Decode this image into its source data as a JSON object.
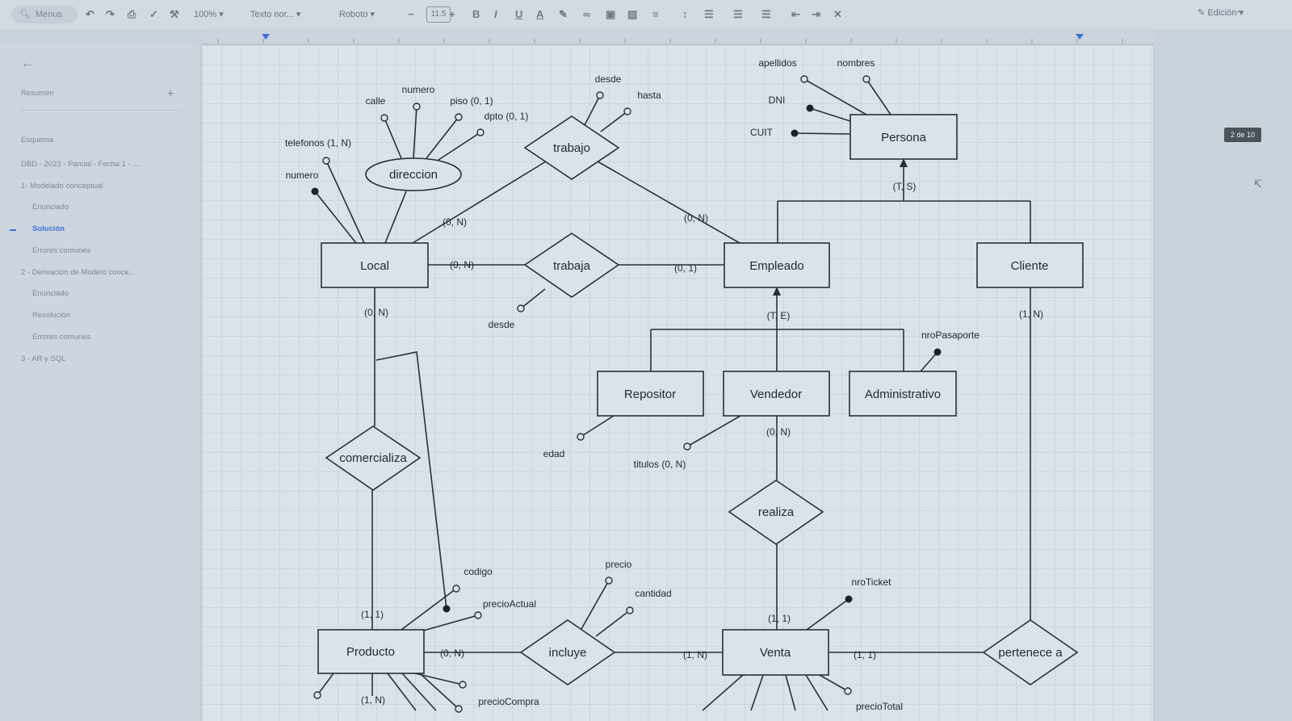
{
  "toolbar": {
    "search_label": "Menus",
    "zoom": "100%",
    "style": "Texto nor...",
    "font": "Roboto",
    "font_size": "11.5",
    "mode": "Edición"
  },
  "sidebar": {
    "summary_label": "Resumen",
    "items": [
      {
        "label": "Esquema"
      },
      {
        "label": "DBD - 2023 - Parcial - Fecha 1 - ..."
      },
      {
        "label": "1- Modelado conceptual"
      },
      {
        "label": "Enunciado"
      },
      {
        "label": "Solución"
      },
      {
        "label": "Errores comunes"
      },
      {
        "label": "2 - Derivación de Modelo conce..."
      },
      {
        "label": "Enunciado"
      },
      {
        "label": "Resolución"
      },
      {
        "label": "Errores comunes"
      },
      {
        "label": "3 - AR y SQL"
      }
    ]
  },
  "page_counter": "2 de 10",
  "diagram": {
    "entities": {
      "persona": "Persona",
      "local": "Local",
      "empleado": "Empleado",
      "cliente": "Cliente",
      "repositor": "Repositor",
      "vendedor": "Vendedor",
      "administrativo": "Administrativo",
      "producto": "Producto",
      "venta": "Venta"
    },
    "relationships": {
      "trabajo": "trabajo",
      "trabaja": "trabaja",
      "comercializa": "comercializa",
      "realiza": "realiza",
      "incluye": "incluye",
      "pertenece_a": "pertenece a"
    },
    "attributes": {
      "apellidos": "apellidos",
      "nombres": "nombres",
      "dni": "DNI",
      "cuit": "CUIT",
      "desde_trabajo": "desde",
      "hasta": "hasta",
      "calle": "calle",
      "numero_dir": "numero",
      "piso": "piso (0, 1)",
      "dpto": "dpto (0, 1)",
      "telefonos": "telefonos (1, N)",
      "numero_local": "numero",
      "direccion": "direccion",
      "desde_trabaja": "desde",
      "nro_pasaporte": "nroPasaporte",
      "edad": "edad",
      "titulos": "titulos (0, N)",
      "codigo": "codigo",
      "precio_actual": "precioActual",
      "precio": "precio",
      "cantidad": "cantidad",
      "nro_ticket": "nroTicket",
      "precio_compra": "precioCompra",
      "precio_total": "precioTotal"
    },
    "cardinalities": {
      "local_trabajo": "(0, N)",
      "empleado_trabajo": "(0, N)",
      "local_trabaja": "(0, N)",
      "empleado_trabaja": "(0, 1)",
      "persona_hierarchy": "(T, S)",
      "empleado_hierarchy": "(T, E)",
      "local_comercializa": "(0, N)",
      "cliente_pertenece": "(1, N)",
      "vendedor_realiza": "(0, N)",
      "producto_comercializa": "(1, 1)",
      "venta_realiza": "(1, 1)",
      "producto_incluye": "(0, N)",
      "venta_incluye": "(1, N)",
      "venta_pertenece": "(1, 1)",
      "producto_bottom": "(1, N)"
    }
  }
}
